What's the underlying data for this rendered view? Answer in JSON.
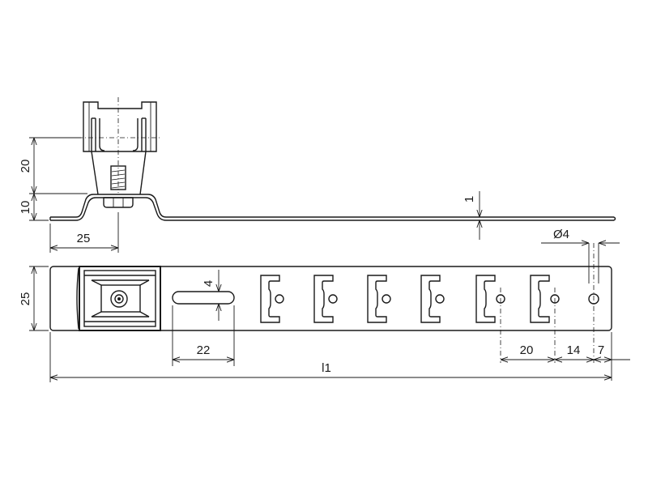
{
  "dimensions": {
    "height_20": "20",
    "height_10": "10",
    "offset_25": "25",
    "thickness_1": "1",
    "hole_diameter": "Ø4",
    "width_25": "25",
    "slot_width_4": "4",
    "slot_length_22": "22",
    "pitch_20": "20",
    "spacing_14": "14",
    "end_7": "7",
    "overall_length": "l1"
  },
  "colors": {
    "line": "#1a1a1a",
    "background": "#ffffff"
  }
}
